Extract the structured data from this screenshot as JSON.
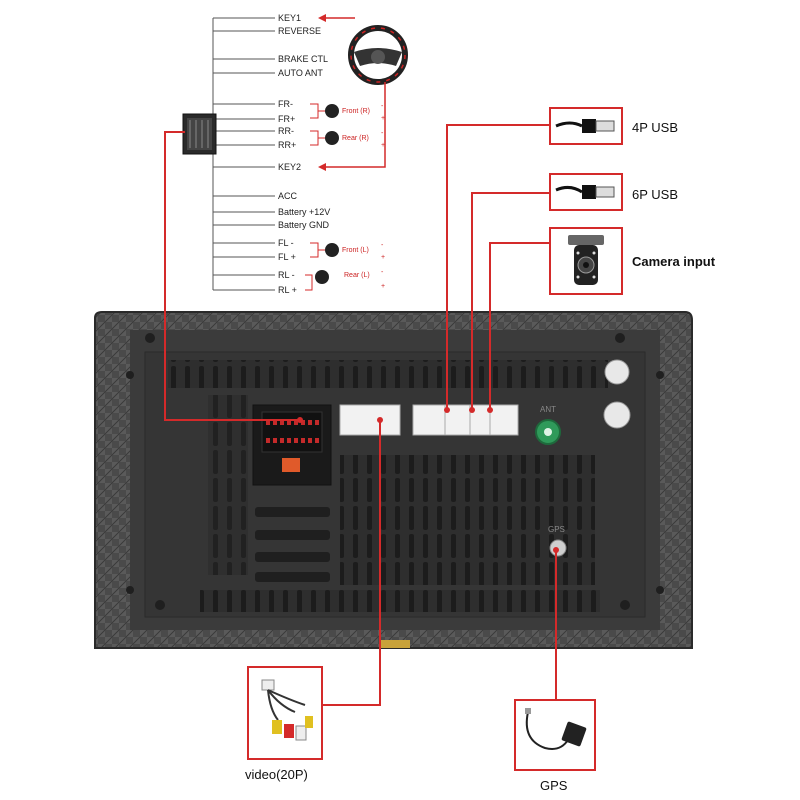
{
  "harness": {
    "labels": [
      "KEY1",
      "REVERSE",
      "BRAKE CTL",
      "AUTO ANT",
      "FR-",
      "FR+",
      "RR-",
      "RR+",
      "KEY2",
      "ACC",
      "Battery +12V",
      "Battery GND",
      "FL -",
      "FL +",
      "RL -",
      "RL +"
    ]
  },
  "speakers": {
    "front_r": "Front (R)",
    "rear_r": "Rear (R)",
    "front_l": "Front (L)",
    "rear_l": "Rear (L)",
    "minus": "-",
    "plus": "+"
  },
  "callouts": {
    "usb4p": "4P USB",
    "usb6p": "6P USB",
    "camera": "Camera input",
    "video": "video(20P)",
    "gps": "GPS"
  },
  "panel": {
    "ant": "ANT",
    "gps": "GPS"
  },
  "colors": {
    "wire_red": "#d42a2a",
    "panel_dark": "#3a3a3a",
    "antenna_green": "#2f9a5a"
  },
  "icons": [
    "steering-wheel-icon",
    "speaker-icon",
    "usb-cable-icon",
    "camera-icon",
    "video-harness-icon",
    "gps-antenna-icon"
  ]
}
